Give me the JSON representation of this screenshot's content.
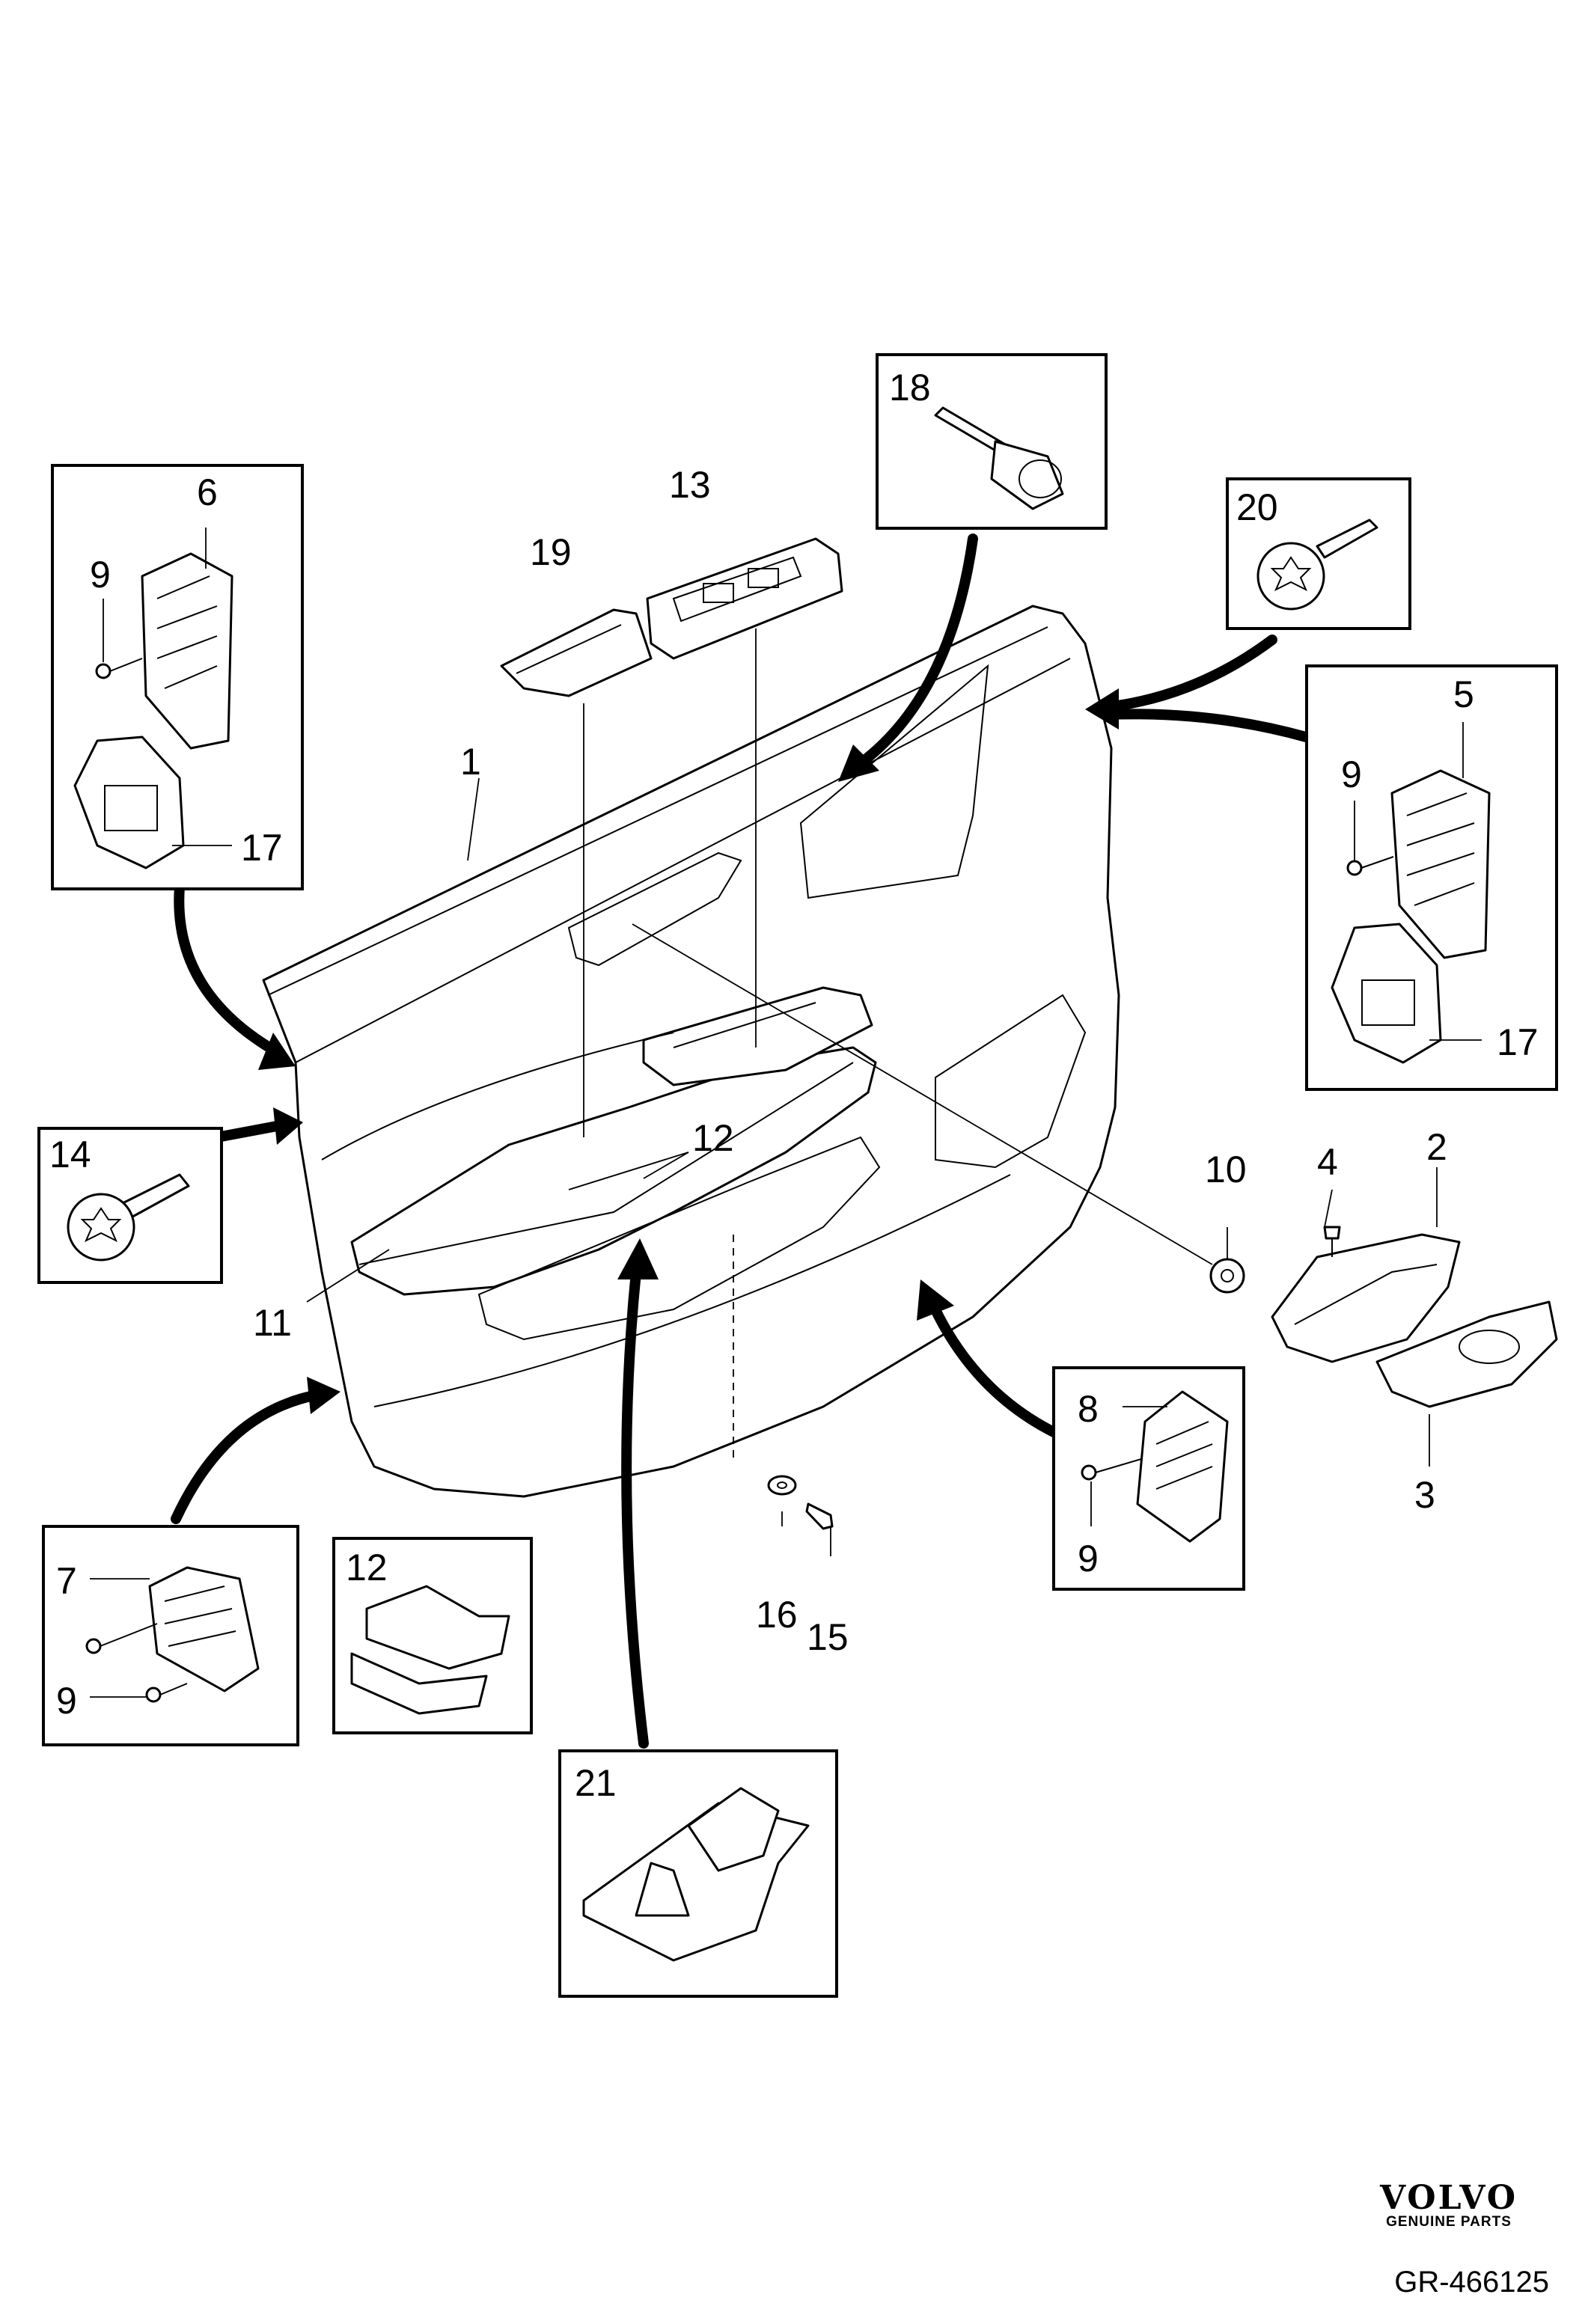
{
  "labels": {
    "l1": "1",
    "l2": "2",
    "l3": "3",
    "l4": "4",
    "l5": "5",
    "l6": "6",
    "l7": "7",
    "l8": "8",
    "l9a": "9",
    "l9b": "9",
    "l9c": "9",
    "l9d": "9",
    "l10": "10",
    "l11": "11",
    "l12a": "12",
    "l12b": "12",
    "l13": "13",
    "l14": "14",
    "l15": "15",
    "l16": "16",
    "l17a": "17",
    "l17b": "17",
    "l18": "18",
    "l19": "19",
    "l20": "20",
    "l21": "21"
  },
  "brand": {
    "logo": "VOLVO",
    "subtitle": "GENUINE PARTS"
  },
  "reference_code": "GR-466125"
}
